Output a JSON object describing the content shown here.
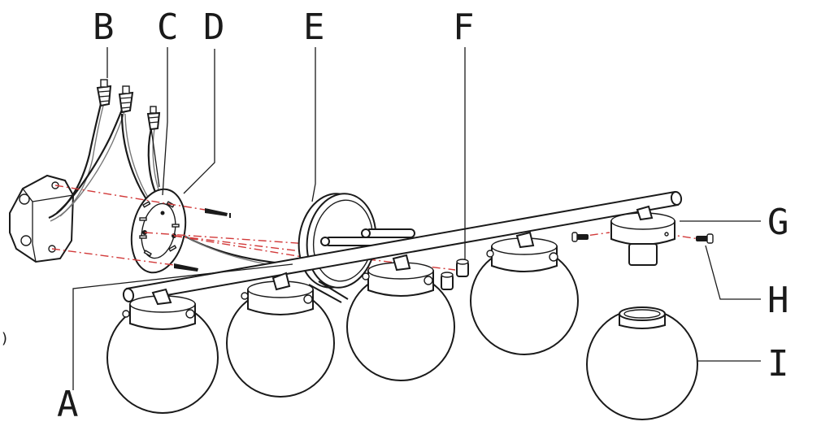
{
  "figure": {
    "labels": {
      "A": "A",
      "B": "B",
      "C": "C",
      "D": "D",
      "E": "E",
      "F": "F",
      "G": "G",
      "H": "H",
      "I": "I"
    },
    "edge_mark": ")"
  },
  "colors": {
    "line": "#1a1a1a",
    "alignment_dash": "#d23a3a",
    "background": "#ffffff"
  }
}
